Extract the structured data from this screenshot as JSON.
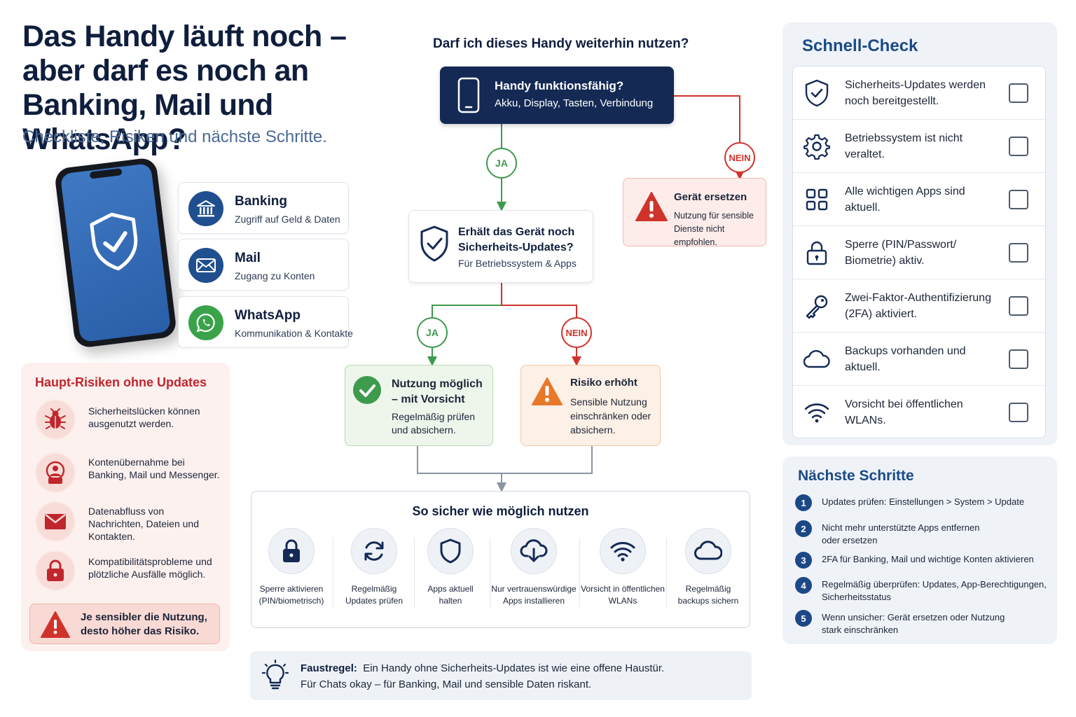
{
  "header": {
    "title": "Das Handy läuft noch – aber darf es noch an Banking, Mail und WhatsApp?",
    "subtitle": "Checkliste, Risiken und nächste Schritte."
  },
  "services": [
    {
      "name": "Banking",
      "desc": "Zugriff auf Geld & Daten",
      "icon": "bank-icon",
      "color": "#1f4f8f"
    },
    {
      "name": "Mail",
      "desc": "Zugang zu Konten",
      "icon": "mail-icon",
      "color": "#1f4f8f"
    },
    {
      "name": "WhatsApp",
      "desc": "Kommunikation & Kontakte",
      "icon": "whatsapp-icon",
      "color": "#3aa34a"
    }
  ],
  "risks": {
    "title": "Haupt-Risiken ohne Updates",
    "items": [
      {
        "text": "Sicherheitslücken können ausgenutzt werden.",
        "icon": "bug-icon"
      },
      {
        "text": "Kontenübernahme bei Banking, Mail und Messenger.",
        "icon": "user-lock-icon"
      },
      {
        "text": "Datenabfluss von Nachrichten, Dateien und Kontakten.",
        "icon": "envelope-icon"
      },
      {
        "text": "Kompatibilitätsprobleme und plötzliche Ausfälle möglich.",
        "icon": "lock-icon"
      }
    ],
    "warning": "Je sensibler die Nutzung, desto höher das Risiko."
  },
  "flow": {
    "title": "Darf ich dieses Handy weiterhin nutzen?",
    "start": {
      "title": "Handy funktionsfähig?",
      "sub": "Akku, Display, Tasten, Verbindung"
    },
    "yes": "JA",
    "no": "NEIN",
    "updates": {
      "title": "Erhält das Gerät noch Sicherheits-Updates?",
      "sub": "Für Betriebssystem & Apps"
    },
    "replace": {
      "title": "Gerät ersetzen",
      "sub": "Nutzung für sensible Dienste nicht empfohlen."
    },
    "ok": {
      "title": "Nutzung möglich – mit Vorsicht",
      "sub": "Regelmäßig prüfen und absichern."
    },
    "risk": {
      "title": "Risiko erhöht",
      "sub": "Sensible Nutzung einschränken oder absichern."
    },
    "safe": {
      "title": "So sicher wie möglich nutzen",
      "tips": [
        {
          "label": "Sperre aktivieren (PIN/biometrisch)",
          "icon": "padlock-icon"
        },
        {
          "label": "Regelmäßig Updates prüfen",
          "icon": "refresh-icon"
        },
        {
          "label": "Apps aktuell halten",
          "icon": "shield-icon"
        },
        {
          "label": "Nur vertrauenswürdige Apps installieren",
          "icon": "cloud-download-icon"
        },
        {
          "label": "Vorsicht in öffentlichen WLANs",
          "icon": "wifi-icon"
        },
        {
          "label": "Regelmäßig backups sichern",
          "icon": "cloud-icon"
        }
      ]
    }
  },
  "rule": {
    "label": "Faustregel:",
    "line1": "Ein Handy ohne  Sicherheits-Updates ist wie eine offene Haustür.",
    "line2": "Für Chats okay – für Banking, Mail und sensible Daten riskant."
  },
  "quick_check": {
    "title": "Schnell-Check",
    "items": [
      {
        "text": "Sicherheits-Updates werden noch bereitgestellt.",
        "icon": "shield-check-icon",
        "checked": false
      },
      {
        "text": "Betriebssystem ist nicht veraltet.",
        "icon": "gear-icon",
        "checked": false
      },
      {
        "text": "Alle wichtigen Apps sind aktuell.",
        "icon": "apps-grid-icon",
        "checked": false
      },
      {
        "text": "Sperre (PIN/Passwort/ Biometrie) aktiv.",
        "icon": "lock-icon",
        "checked": false
      },
      {
        "text": "Zwei-Faktor-Authentifizierung (2FA) aktiviert.",
        "icon": "key-icon",
        "checked": false
      },
      {
        "text": "Backups vorhanden und aktuell.",
        "icon": "cloud-icon",
        "checked": false
      },
      {
        "text": "Vorsicht bei öffentlichen WLANs.",
        "icon": "wifi-icon",
        "checked": false
      }
    ]
  },
  "next_steps": {
    "title": "Nächste Schritte",
    "steps": [
      {
        "num": "1",
        "text": "Updates prüfen: Einstellungen > System > Update"
      },
      {
        "num": "2",
        "text": "Nicht mehr unterstützte Apps entfernen oder ersetzen"
      },
      {
        "num": "3",
        "text": "2FA für Banking, Mail und wichtige Konten aktivieren"
      },
      {
        "num": "4",
        "text": "Regelmäßig überprüfen: Updates, App-Berechtigungen, Sicherheitsstatus"
      },
      {
        "num": "5",
        "text": "Wenn unsicher: Gerät ersetzen oder Nutzung stark einschränken"
      }
    ]
  },
  "colors": {
    "navy": "#142a55",
    "heading_blue": "#1a4a86",
    "green": "#3e9a4d",
    "red": "#d0332b",
    "orange": "#e8792a"
  }
}
